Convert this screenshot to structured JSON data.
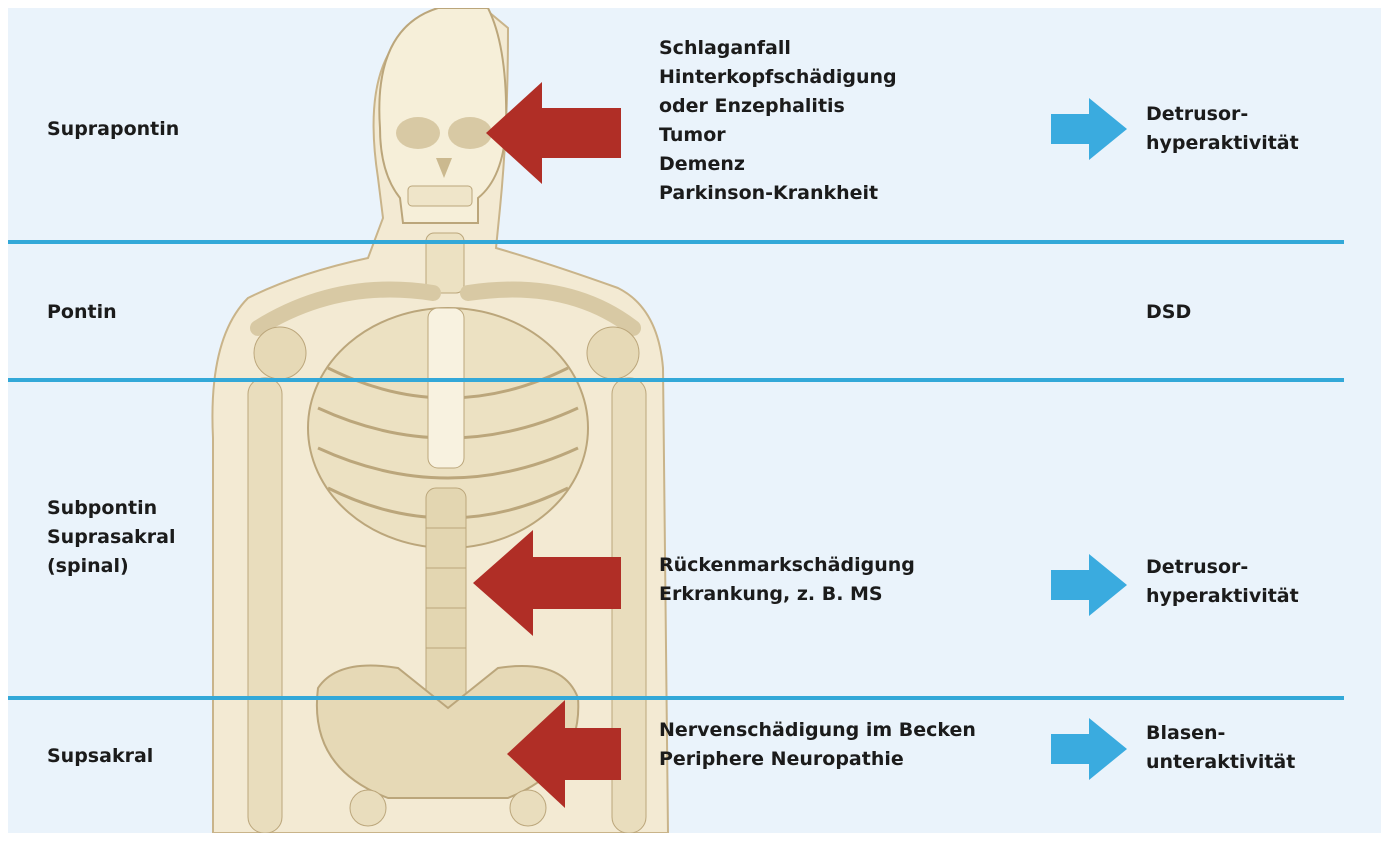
{
  "colors": {
    "background": "#eaf3fb",
    "divider": "#33a8d8",
    "cause_arrow": "#b02e26",
    "result_arrow": "#3aabdf",
    "body_outline": "#c9b48a",
    "bone": "#f3ebd0"
  },
  "levels": [
    {
      "name": "Suprapontin",
      "causes": [
        "Schlaganfall",
        "Hinterkopfschädigung",
        "oder Enzephalitis",
        "Tumor",
        "Demenz",
        "Parkinson-Krankheit"
      ],
      "result": [
        "Detrusor-",
        "hyperaktivität"
      ]
    },
    {
      "name": "Pontin",
      "causes": [],
      "result": [
        "DSD"
      ]
    },
    {
      "name_lines": [
        "Subpontin",
        "Suprasakral",
        "(spinal)"
      ],
      "causes": [
        "Rückenmarkschädigung",
        "Erkrankung, z. B. MS"
      ],
      "result": [
        "Detrusor-",
        "hyperaktivität"
      ]
    },
    {
      "name": "Supsakral",
      "causes": [
        "Nervenschädigung im Becken",
        "Periphere Neuropathie"
      ],
      "result": [
        "Blasen-",
        "unteraktivität"
      ]
    }
  ],
  "icons": {
    "cause_arrow": "left-arrow-icon",
    "result_arrow": "right-arrow-icon",
    "figure": "human-skeleton-illustration"
  }
}
